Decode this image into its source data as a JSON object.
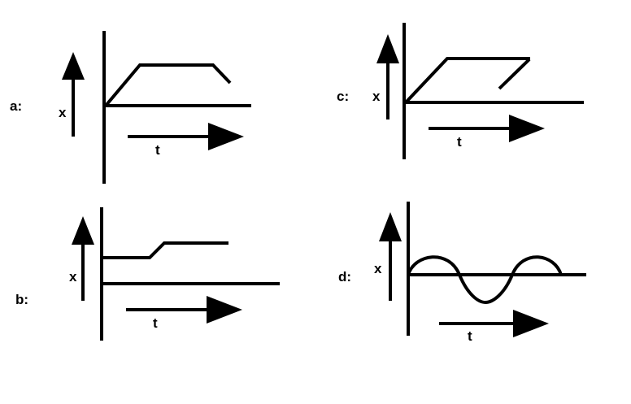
{
  "graphs": {
    "a": {
      "label": "a:",
      "y_axis": "x",
      "x_axis": "t"
    },
    "b": {
      "label": "b:",
      "y_axis": "x",
      "x_axis": "t"
    },
    "c": {
      "label": "c:",
      "y_axis": "x",
      "x_axis": "t"
    },
    "d": {
      "label": "d:",
      "y_axis": "x",
      "x_axis": "t"
    }
  }
}
